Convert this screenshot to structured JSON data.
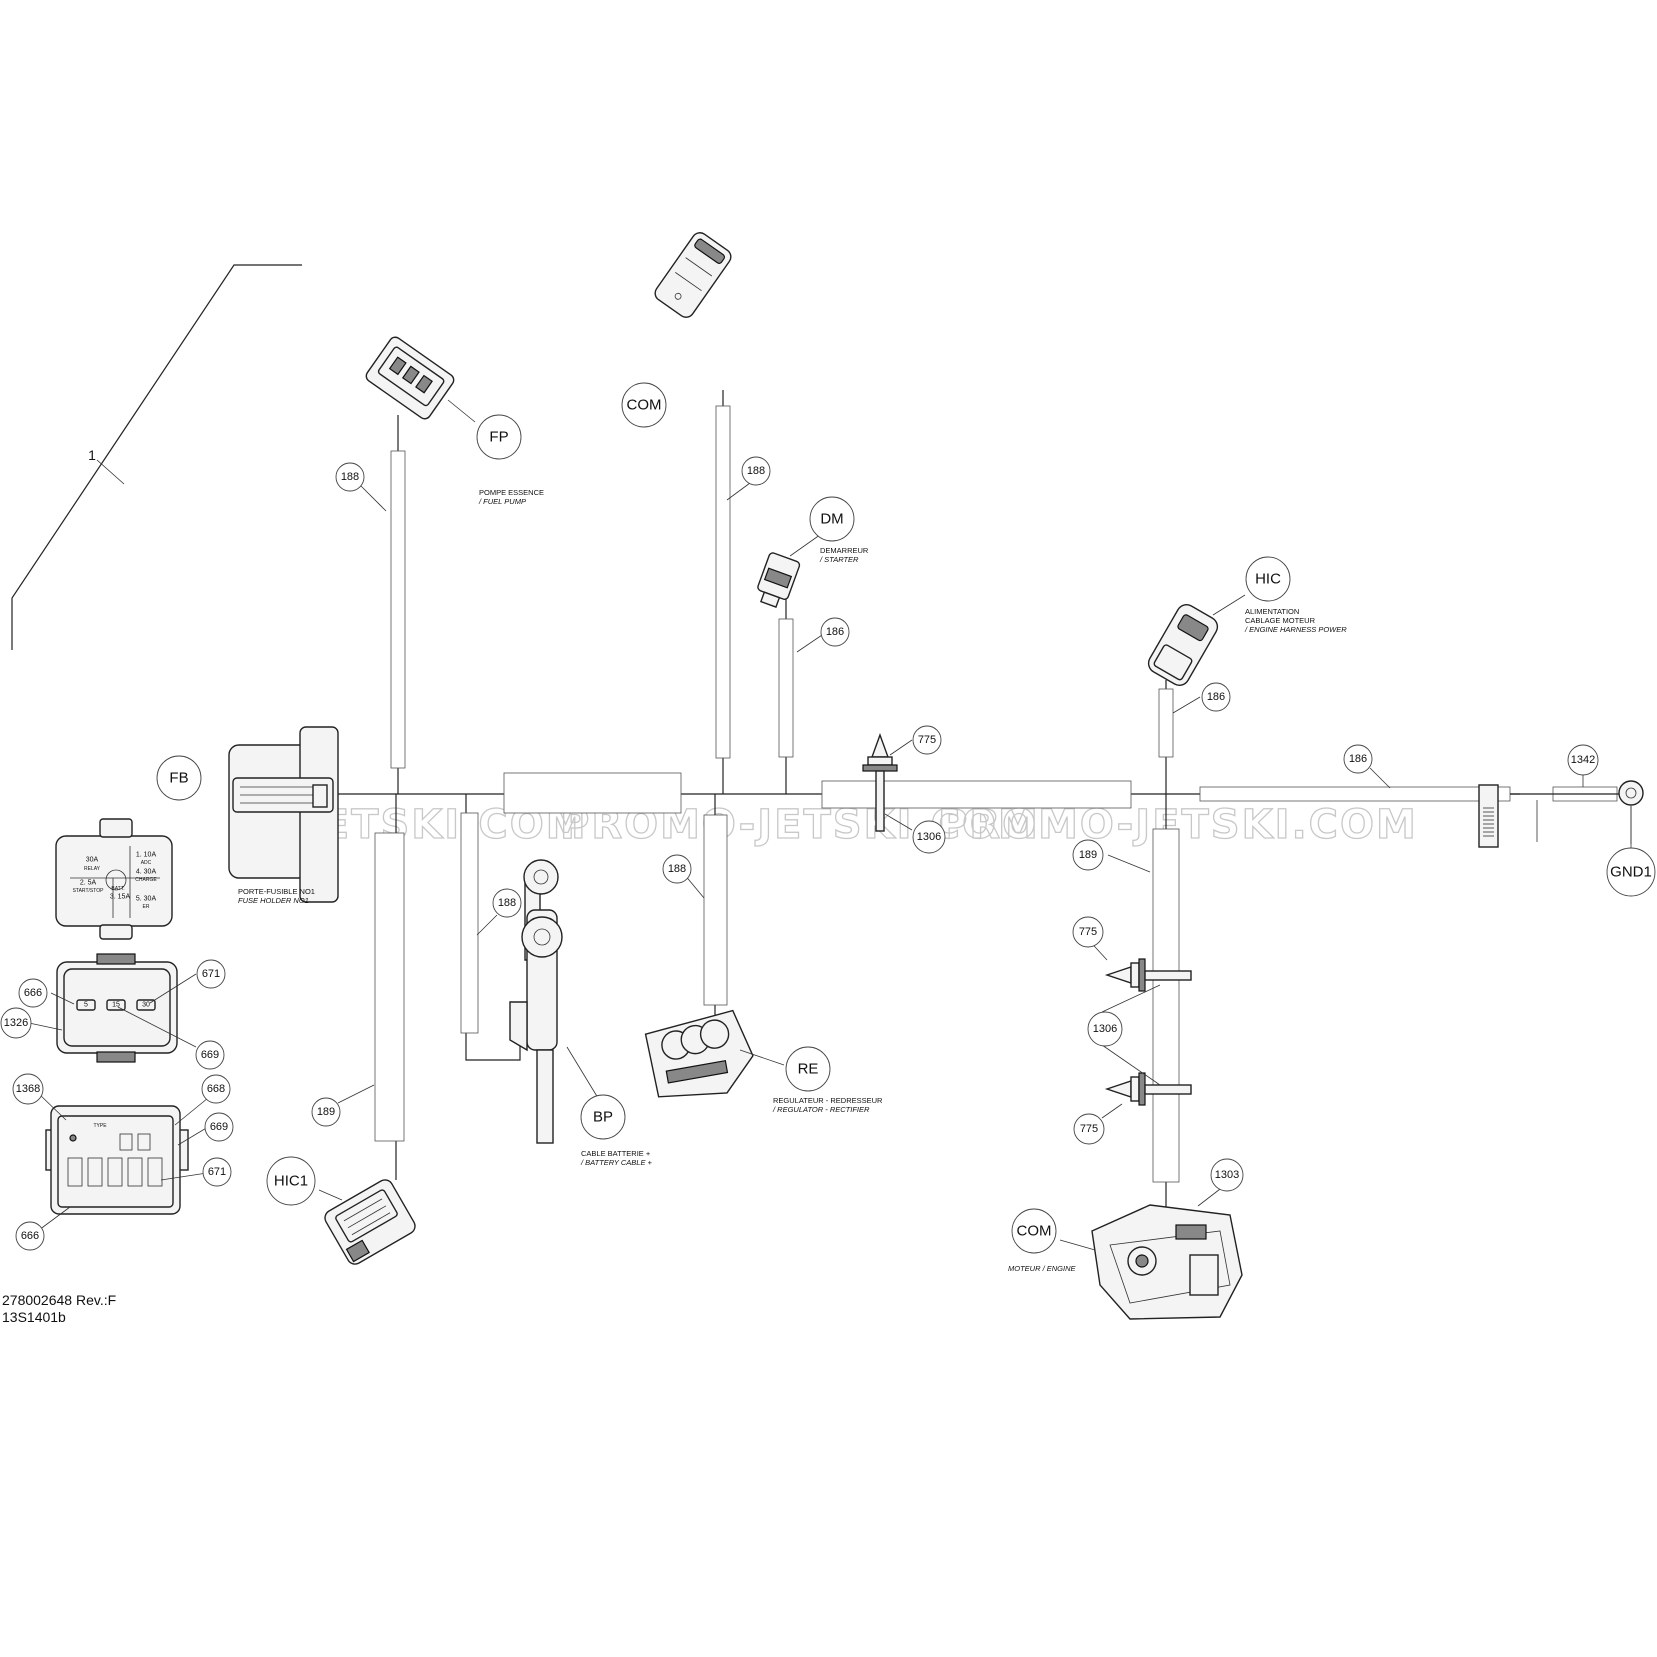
{
  "diagram": {
    "item_number": "1",
    "watermark": [
      "JETSKI.COM",
      "PROMO-JETSKI.COM",
      "PROMO-JETSKI.COM"
    ],
    "reference": {
      "line1": "278002648 Rev.:F",
      "line2": "13S1401b"
    },
    "connectors": {
      "fp": {
        "code": "FP",
        "desc_fr": "POMPE ESSENCE",
        "desc_en": "/ FUEL PUMP"
      },
      "com_top": {
        "code": "COM"
      },
      "dm": {
        "code": "DM",
        "desc_fr": "DEMARREUR",
        "desc_en": "/ STARTER"
      },
      "hic": {
        "code": "HIC",
        "desc_fr1": "ALIMENTATION",
        "desc_fr2": "CABLAGE MOTEUR",
        "desc_en": "/ ENGINE HARNESS POWER"
      },
      "fb": {
        "code": "FB",
        "desc_fr": "PORTE-FUSIBLE NO1",
        "desc_en": "FUSE HOLDER NO1"
      },
      "gnd1": {
        "code": "GND1"
      },
      "bp": {
        "code": "BP",
        "desc_fr": "CABLE BATTERIE +",
        "desc_en": "/ BATTERY CABLE +"
      },
      "re": {
        "code": "RE",
        "desc_fr": "REGULATEUR - REDRESSEUR",
        "desc_en": "/ REGULATOR - RECTIFIER"
      },
      "hic1": {
        "code": "HIC1"
      },
      "com_engine": {
        "code": "COM",
        "desc": "MOTEUR / ENGINE"
      }
    },
    "part_callouts": {
      "p188_fp": "188",
      "p188_com": "188",
      "p186_dm": "186",
      "p186_hic": "186",
      "p186_main": "186",
      "p1342": "1342",
      "p775_top": "775",
      "p1306_top": "1306",
      "p189_right": "189",
      "p775_mid": "775",
      "p1306_mid": "1306",
      "p775_low": "775",
      "p1303": "1303",
      "p188_re": "188",
      "p188_bp": "188",
      "p189_left": "189",
      "p671_a": "671",
      "p666_a": "666",
      "p1326": "1326",
      "p669_a": "669",
      "p1368": "1368",
      "p668": "668",
      "p669_b": "669",
      "p671_b": "671",
      "p666_b": "666"
    },
    "fuse_cover": {
      "relay_amp": "30A",
      "relay_lbl": "RELAY",
      "f1": "1. 10A",
      "f1_lbl": "ADC",
      "f2": "2. 5A",
      "f2_lbl": "START/STOP",
      "f3": "3. 15A",
      "f3_lbl": "BATT.",
      "f4": "4. 30A",
      "f4_lbl": "CHARGE",
      "f5": "5. 30A",
      "f5_lbl": "ER"
    },
    "fuse_values": [
      "5",
      "15",
      "30"
    ]
  }
}
